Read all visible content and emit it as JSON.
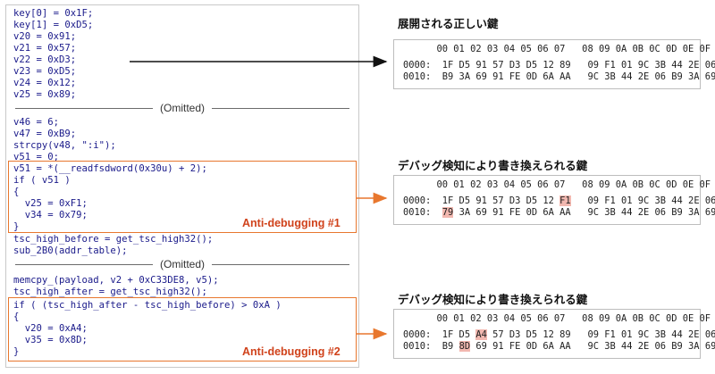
{
  "code_lines": [
    "key[0] = 0x1F;",
    "key[1] = 0xD5;",
    "v20 = 0x91;",
    "v21 = 0x57;",
    "v22 = 0xD3;",
    "v23 = 0xD5;",
    "v24 = 0x12;",
    "v25 = 0x89;",
    "v46 = 6;",
    "v47 = 0xB9;",
    "strcpy(v48, \":i\");",
    "v51 = 0;",
    "v51 = *(__readfsdword(0x30u) + 2);",
    "if ( v51 )",
    "{",
    "  v25 = 0xF1;",
    "  v34 = 0x79;",
    "}",
    "tsc_high_before = get_tsc_high32();",
    "sub_2B0(addr_table);",
    "memcpy_(payload, v2 + 0xC33DE8, v5);",
    "tsc_high_after = get_tsc_high32();",
    "if ( (tsc_high_after - tsc_high_before) > 0xA )",
    "{",
    "  v20 = 0xA4;",
    "  v35 = 0x8D;",
    "}"
  ],
  "omitted_label": "(Omitted)",
  "anti_debug_1": "Anti-debugging #1",
  "anti_debug_2": "Anti-debugging #2",
  "panels": [
    {
      "title": "展開される正しい鍵",
      "header": "      00 01 02 03 04 05 06 07   08 09 0A 0B 0C 0D 0E 0F",
      "row1_prefix": "0000:  1F D5 91 57 D3 D5 12 89   09 F1 01 9C 3B 44 2E 06",
      "row2_prefix": "0010:  B9 3A 69 91 FE 0D 6A AA   9C 3B 44 2E 06 B9 3A 69"
    },
    {
      "title": "デバッグ検知により書き換えられる鍵",
      "header": "      00 01 02 03 04 05 06 07   08 09 0A 0B 0C 0D 0E 0F",
      "row1_prefix": "0000:  1F D5 91 57 D3 D5 12 ",
      "row1_hl": "F1",
      "row1_suffix": "   09 F1 01 9C 3B 44 2E 06",
      "row2_prefix": "0010:  ",
      "row2_hl": "79",
      "row2_suffix": " 3A 69 91 FE 0D 6A AA   9C 3B 44 2E 06 B9 3A 69"
    },
    {
      "title": "デバッグ検知により書き換えられる鍵",
      "header": "      00 01 02 03 04 05 06 07   08 09 0A 0B 0C 0D 0E 0F",
      "row1_prefix": "0000:  1F D5 ",
      "row1_hl": "A4",
      "row1_suffix": " 57 D3 D5 12 89   09 F1 01 9C 3B 44 2E 06",
      "row2_prefix": "0010:  B9 ",
      "row2_hl": "8D",
      "row2_suffix": " 69 91 FE 0D 6A AA   9C 3B 44 2E 06 B9 3A 69"
    }
  ],
  "colors": {
    "code_text": "#1a1a8a",
    "highlight_border": "#e8772e",
    "anti_debug_label": "#d0421b",
    "hex_highlight": "#f2b8b0"
  }
}
